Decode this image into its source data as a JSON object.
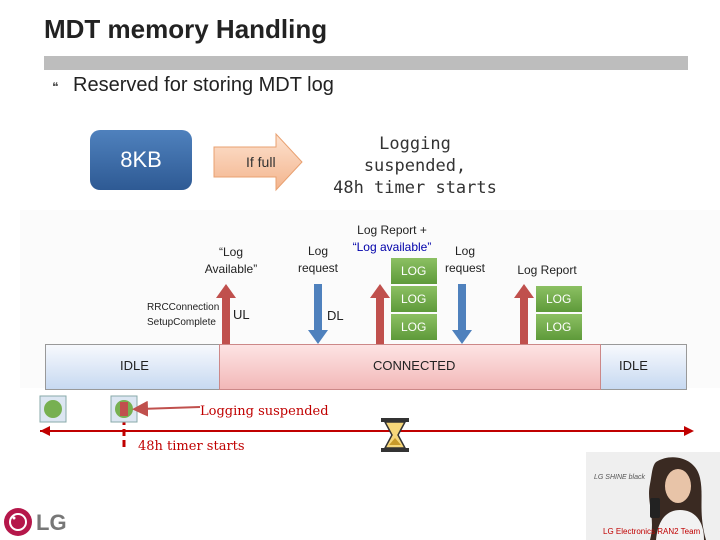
{
  "slide": {
    "title": "MDT memory Handling",
    "bullet_symbol": "❝",
    "subtitle": "Reserved for storing MDT log"
  },
  "storage": {
    "size_label": "8KB",
    "condition_label": "If full",
    "result_line1": "Logging suspended,",
    "result_line2": "48h timer starts"
  },
  "flow_labels": {
    "log_available_1": "“Log",
    "log_available_2": "Available”",
    "rrc_1": "RRCConnection",
    "rrc_2": "SetupComplete",
    "ul": "UL",
    "log_request_a_1": "Log",
    "log_request_a_2": "request",
    "dl": "DL",
    "log_report_plus_1": "Log  Report +",
    "log_report_plus_2": "“Log available”",
    "log_request_b_1": "Log",
    "log_request_b_2": "request",
    "log_report": "Log  Report"
  },
  "log_blocks": [
    "LOG",
    "LOG",
    "LOG",
    "LOG",
    "LOG"
  ],
  "states": {
    "idle_left": "IDLE",
    "connected": "CONNECTED",
    "idle_right": "IDLE"
  },
  "timeline": {
    "logging_suspended": "Logging suspended",
    "timer_starts": "48h timer starts"
  },
  "branding": {
    "logo_text": "LG",
    "ad_brand": "LG SHINE black",
    "ad_caption": "LG Electronics RAN2 Team"
  },
  "colors": {
    "kb_box": "#4f81bd",
    "log_block": "#77b051",
    "arrow_red": "#c0504d",
    "arrow_blue": "#4f81bd",
    "connected": "#f2b8b8",
    "idle": "#c7d9f1",
    "timeline_red": "#c00000"
  }
}
